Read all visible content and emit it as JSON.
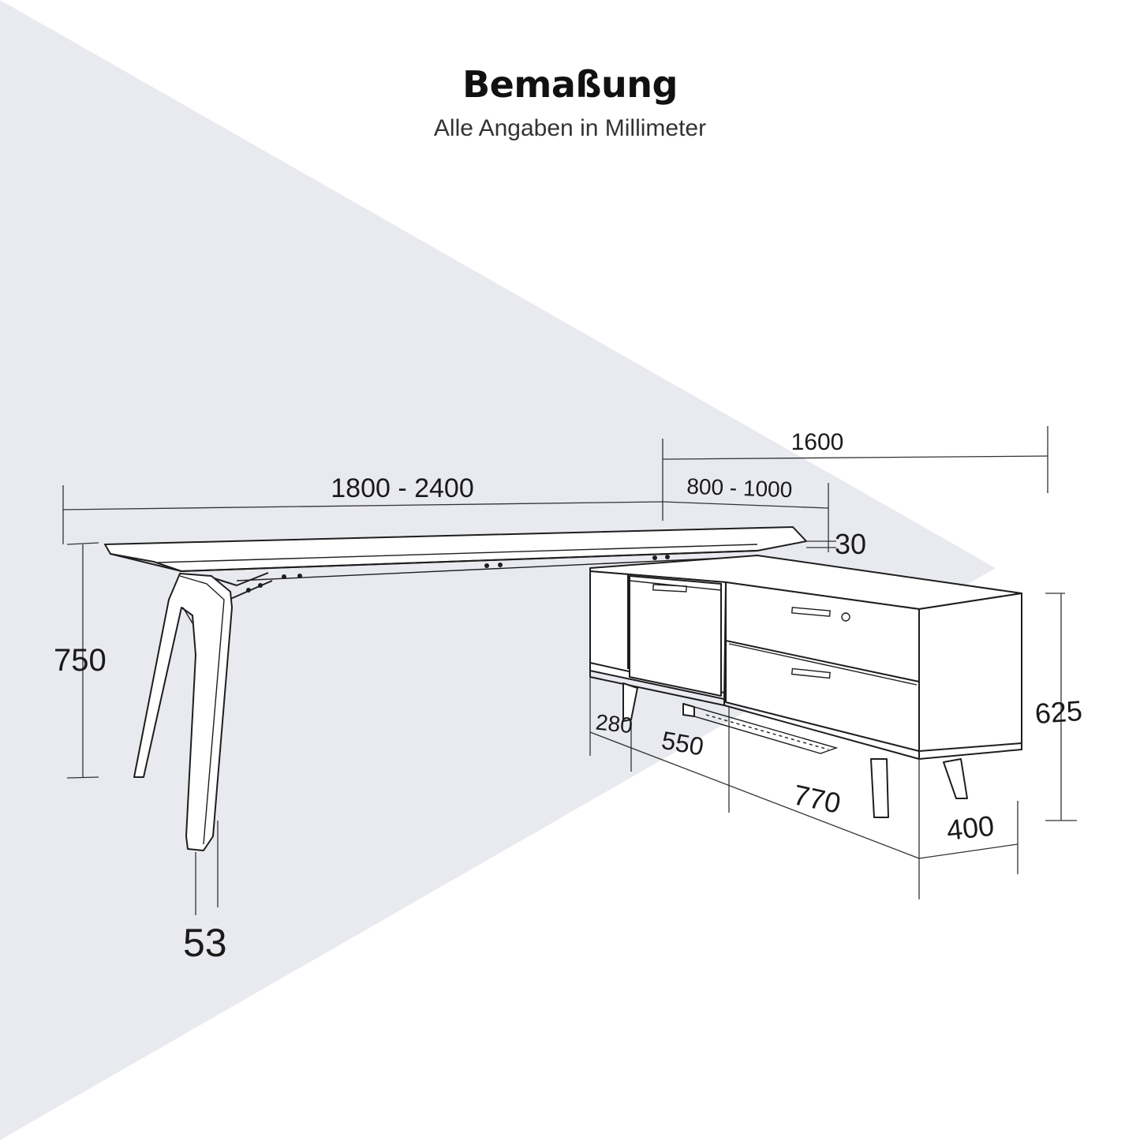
{
  "header": {
    "title": "Bemaßung",
    "subtitle": "Alle Angaben in Millimeter"
  },
  "dimensions": {
    "total_width": "1600",
    "desk_length": "1800 - 2400",
    "desk_depth": "800 - 1000",
    "top_thickness": "30",
    "desk_height": "750",
    "leg_width": "53",
    "side_height": "625",
    "open_shelf": "280",
    "drawer_unit": "550",
    "cabinet_width": "770",
    "cabinet_depth": "400"
  },
  "colors": {
    "background_wedge": "#e9eaf0",
    "line": "#1e1e1e"
  }
}
